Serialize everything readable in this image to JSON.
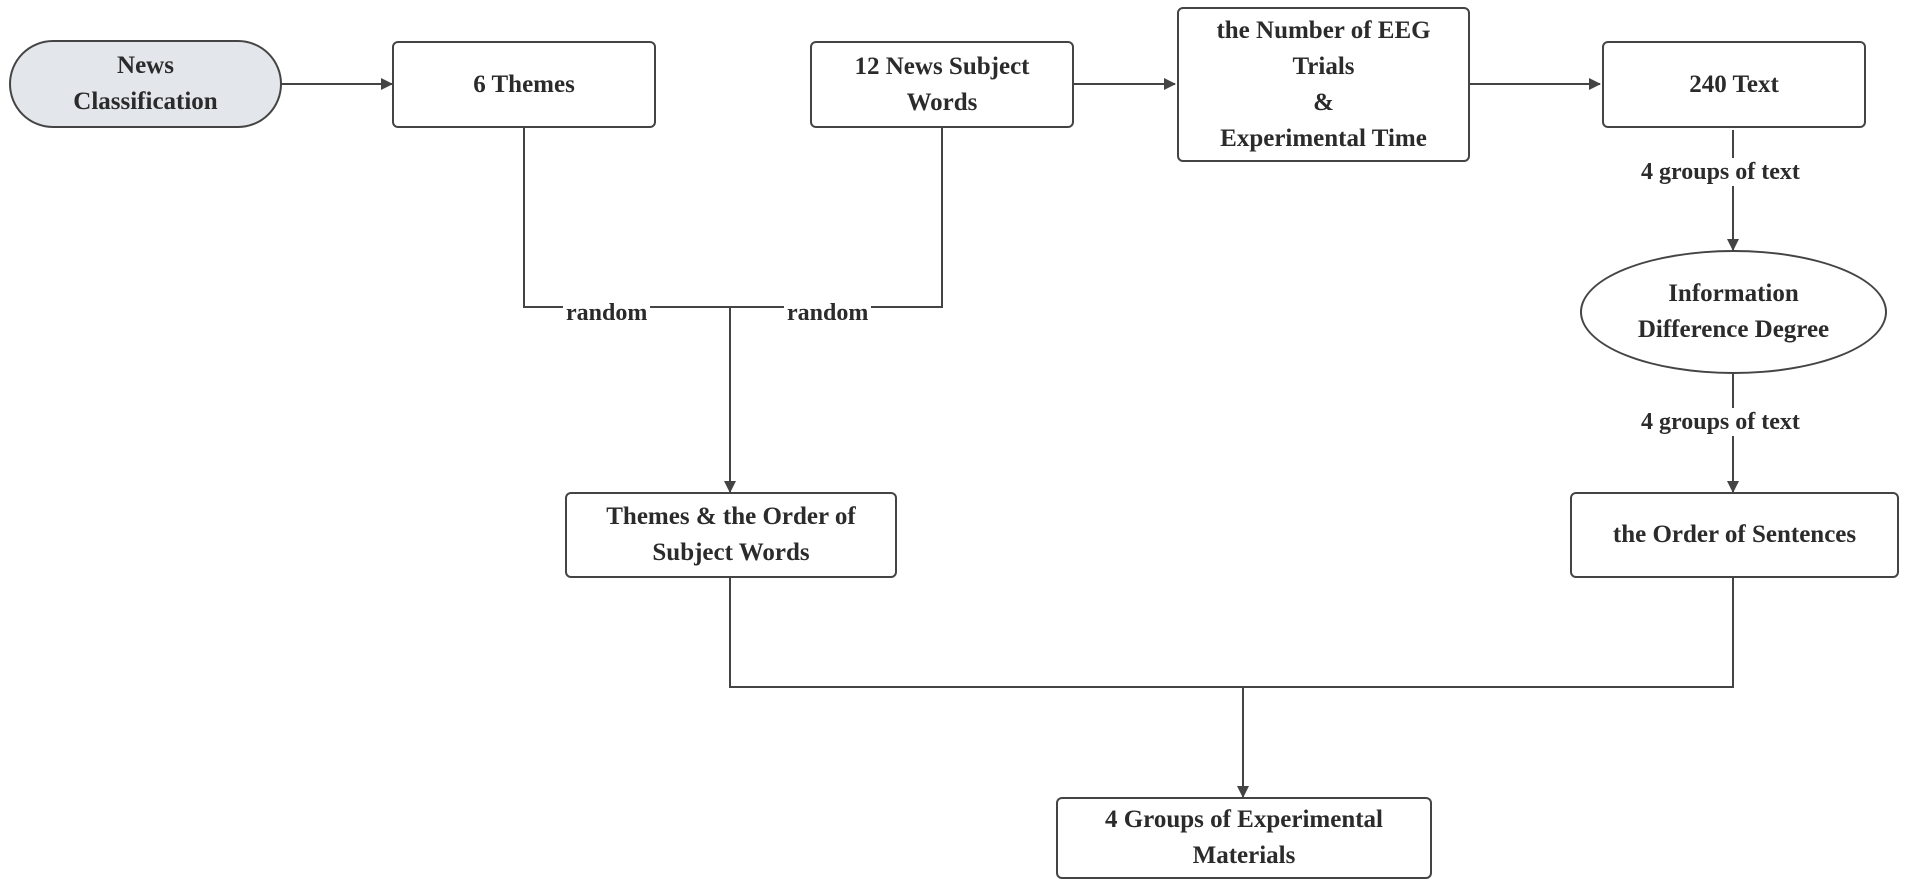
{
  "nodes": {
    "news_classification": [
      "News",
      "Classification"
    ],
    "six_themes": [
      "6 Themes"
    ],
    "subject_words": [
      "12 News Subject",
      "Words"
    ],
    "eeg_trials": [
      "the Number of EEG",
      "Trials",
      "&",
      "Experimental Time"
    ],
    "text_240": [
      "240 Text"
    ],
    "info_difference": [
      "Information",
      "Difference Degree"
    ],
    "themes_order": [
      "Themes & the Order of",
      "Subject Words"
    ],
    "sentence_order": [
      "the Order of Sentences"
    ],
    "experimental_materials": [
      "4 Groups of Experimental",
      "Materials"
    ]
  },
  "edge_labels": {
    "random_left": "random",
    "random_right": "random",
    "groups_top": "4 groups of text",
    "groups_bottom": "4 groups of text"
  },
  "colors": {
    "line": "#444444",
    "pill_fill": "#e3e6ea"
  }
}
